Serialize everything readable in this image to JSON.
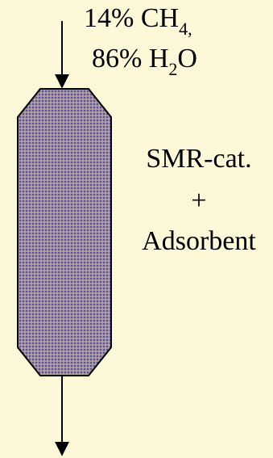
{
  "feed": {
    "ch4_prefix": "14% CH",
    "ch4_subscript": "4,",
    "h2o_prefix": "86% H",
    "h2o_subscript": "2",
    "h2o_suffix": "O"
  },
  "reactor_label": {
    "line1": "SMR-cat.",
    "line2": "+",
    "line3": "Adsorbent"
  },
  "colors": {
    "background": "#fdf9d8",
    "reactor_fill_base": "#8a7fa4",
    "reactor_pattern_dot": "#5c5fa8",
    "reactor_pattern_dot_alt": "#c8a07a",
    "stroke": "#000000"
  }
}
